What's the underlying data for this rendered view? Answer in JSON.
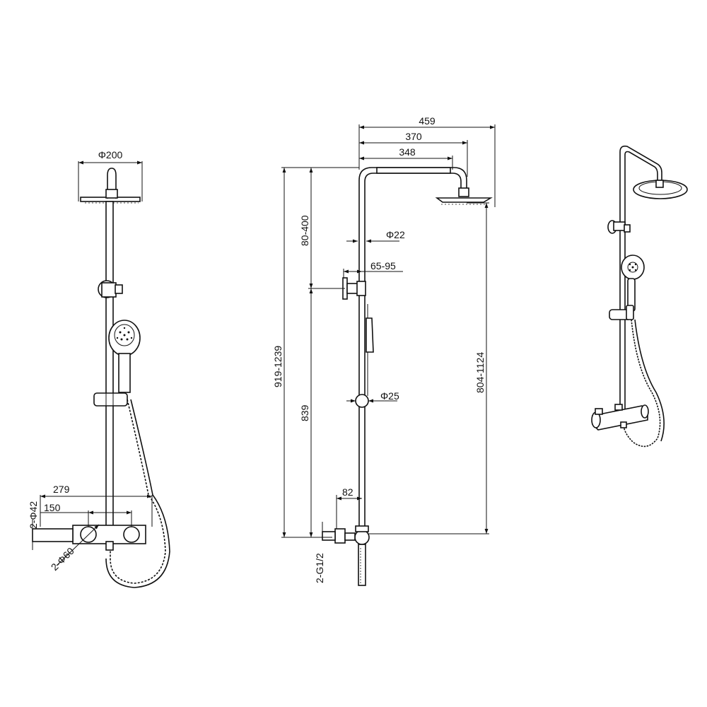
{
  "dimensions": {
    "head_diameter": "Φ200",
    "span_459": "459",
    "span_370": "370",
    "span_348": "348",
    "riser_diameter": "Φ22",
    "bracket_range": "65-95",
    "slide_bar_diameter": "Φ25",
    "adjust_80_400": "80-400",
    "height_919_1239": "919-1239",
    "height_839": "839",
    "height_804_1124": "804-1124",
    "offset_82": "82",
    "inlets": "2-G1/2",
    "width_279": "279",
    "width_150": "150",
    "escutcheon_42": "2-Φ42",
    "escutcheon_60": "2-Φ60"
  }
}
